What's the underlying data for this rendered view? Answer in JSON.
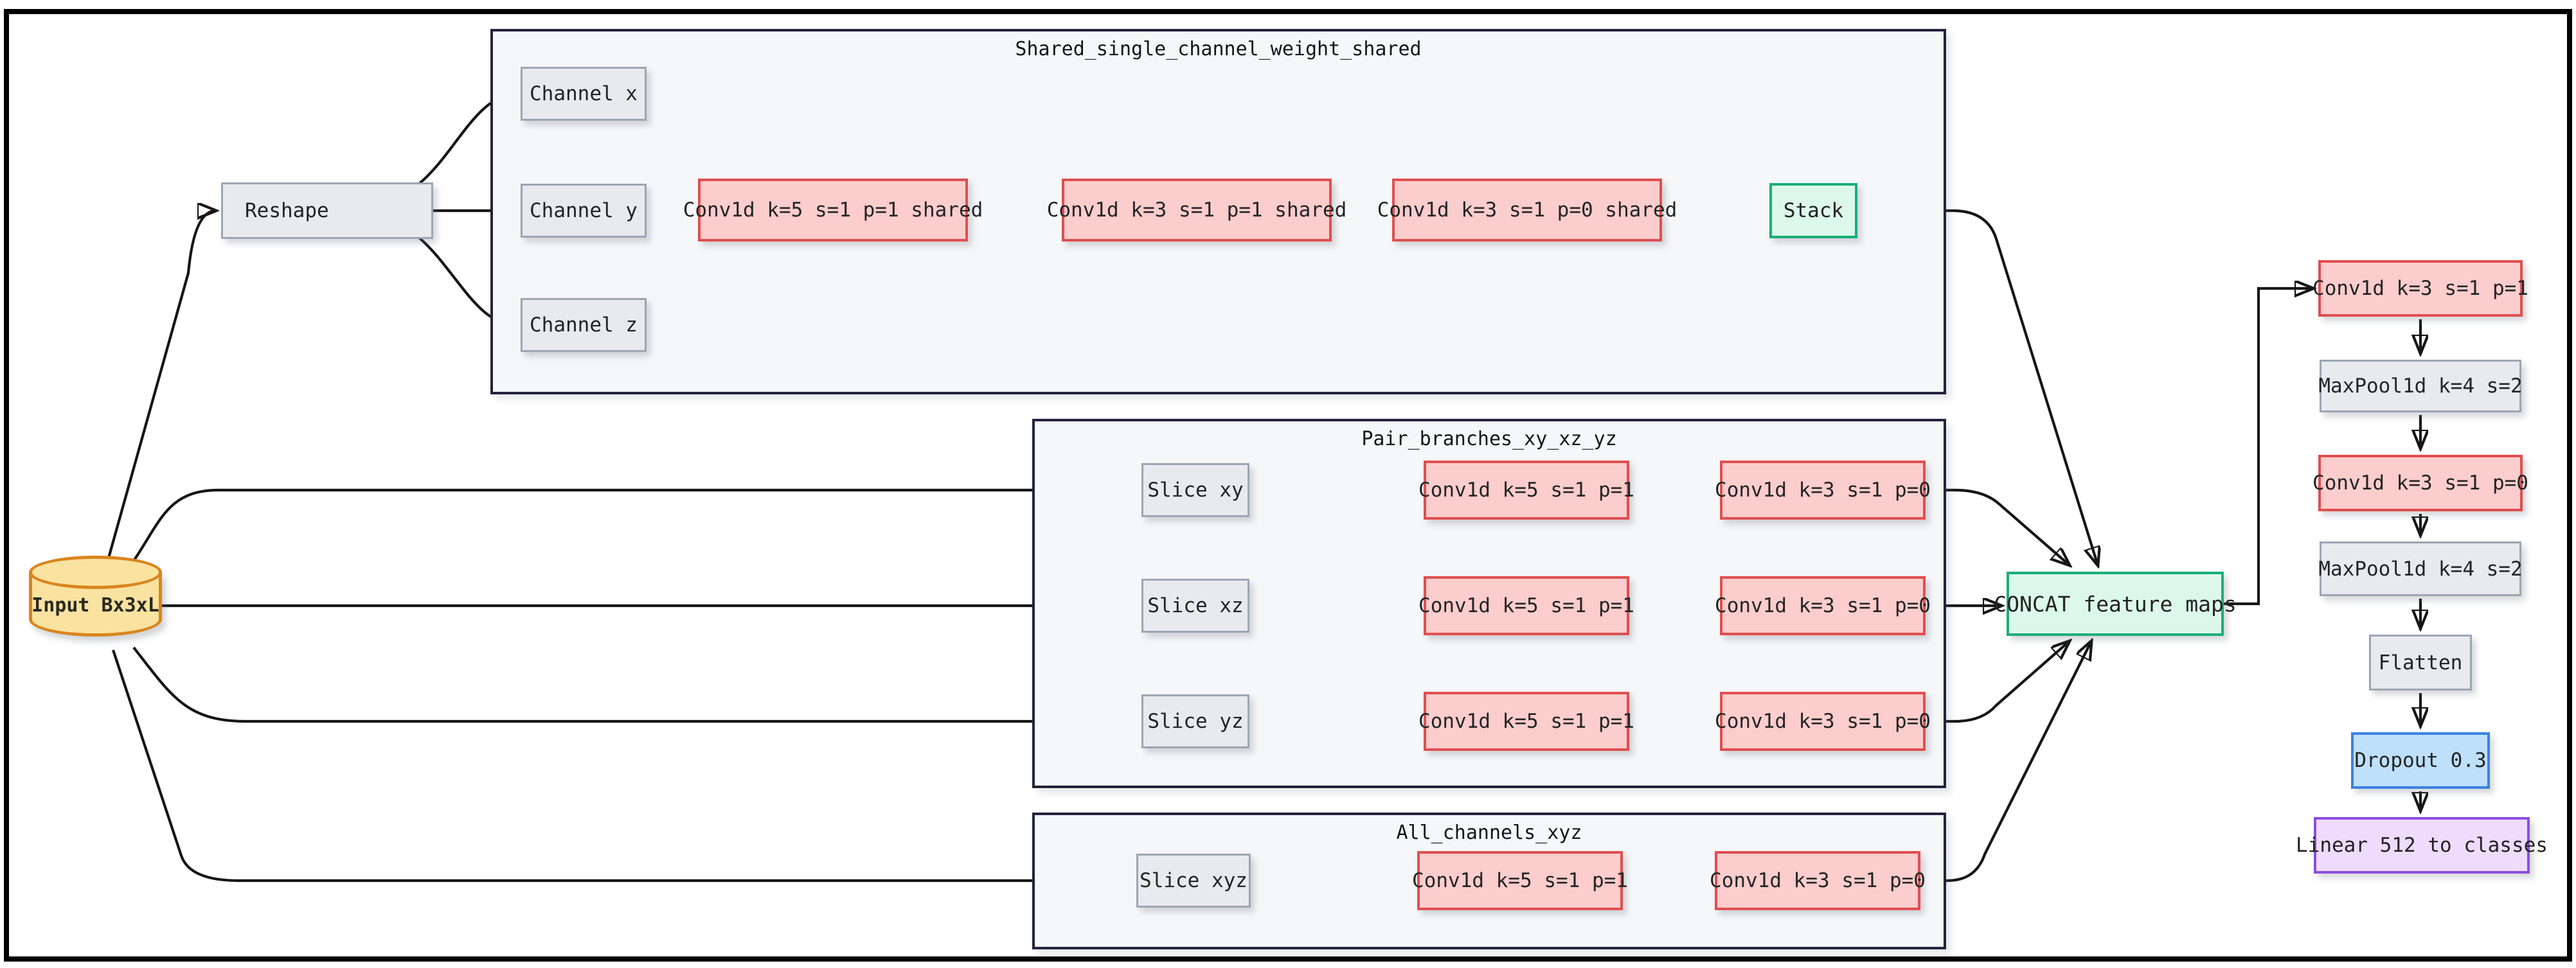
{
  "colors": {
    "bg": "#ffffff",
    "frame": "#000000",
    "edge": "#161616",
    "text": "#232323",
    "cluster-fill": "#f6f7f9",
    "cluster-border": "#23233c",
    "red-fill": "#fbcdcd",
    "red-border": "#e04f4f",
    "gray-fill": "#e8eaee",
    "gray-border": "#9ba6b2",
    "green-fill": "#dcf8ea",
    "green-border": "#1bae79",
    "blue-fill": "#bee0fb",
    "blue-border": "#3b82e0",
    "purple-fill": "#efdbfb",
    "purple-border": "#8a4fe0",
    "cyl-fill": "#fae3a0",
    "cyl-border": "#d9851e"
  },
  "nodes": {
    "input": "Input Bx3xL",
    "reshape": "Reshape",
    "concat": "CONCAT feature maps"
  },
  "shared": {
    "title": "Shared_single_channel_weight_shared",
    "channels": [
      "Channel x",
      "Channel y",
      "Channel z"
    ],
    "convs": [
      "Conv1d k=5 s=1 p=1 shared",
      "Conv1d k=3 s=1 p=1 shared",
      "Conv1d k=3 s=1 p=0 shared"
    ],
    "stack": "Stack"
  },
  "pairs": {
    "title": "Pair_branches_xy_xz_yz",
    "rows": [
      {
        "slice": "Slice xy",
        "conv1": "Conv1d k=5 s=1 p=1",
        "conv2": "Conv1d k=3 s=1 p=0"
      },
      {
        "slice": "Slice xz",
        "conv1": "Conv1d k=5 s=1 p=1",
        "conv2": "Conv1d k=3 s=1 p=0"
      },
      {
        "slice": "Slice yz",
        "conv1": "Conv1d k=5 s=1 p=1",
        "conv2": "Conv1d k=3 s=1 p=0"
      }
    ]
  },
  "all": {
    "title": "All_channels_xyz",
    "row": {
      "slice": "Slice xyz",
      "conv1": "Conv1d k=5 s=1 p=1",
      "conv2": "Conv1d k=3 s=1 p=0"
    }
  },
  "head": {
    "items": [
      "Conv1d k=3 s=1 p=1",
      "MaxPool1d k=4 s=2",
      "Conv1d k=3 s=1 p=0",
      "MaxPool1d k=4 s=2",
      "Flatten",
      "Dropout 0.3",
      "Linear 512 to classes"
    ]
  }
}
